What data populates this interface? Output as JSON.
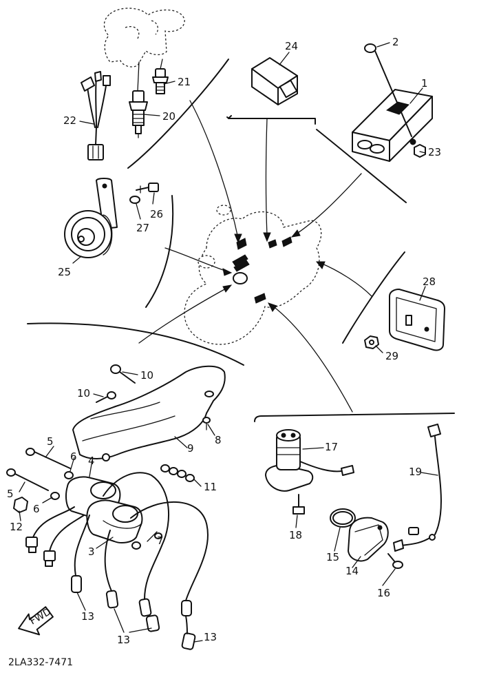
{
  "diagram": {
    "part_code": "2LA332-7471",
    "direction_arrow": "FWD",
    "labels": [
      "1",
      "2",
      "3",
      "4",
      "5",
      "5",
      "6",
      "6",
      "7",
      "8",
      "9",
      "10",
      "10",
      "11",
      "12",
      "13",
      "13",
      "13",
      "14",
      "15",
      "16",
      "17",
      "18",
      "19",
      "20",
      "21",
      "22",
      "23",
      "24",
      "25",
      "26",
      "27",
      "28",
      "29"
    ]
  }
}
